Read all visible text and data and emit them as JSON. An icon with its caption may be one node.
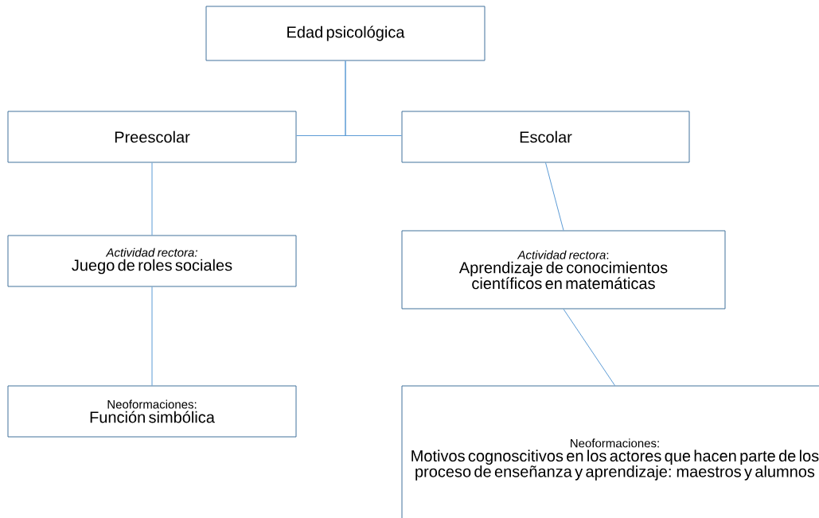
{
  "diagram": {
    "nodes": [
      {
        "text": [
          "Edad psicológica"
        ]
      },
      {
        "text": [
          "Preescolar"
        ]
      },
      {
        "text": [
          "Escolar"
        ]
      },
      {
        "text": [
          "*Actividad rectora:*",
          "Juego de roles sociales"
        ]
      },
      {
        "text": [
          "*Actividad rectora*:",
          "Aprendizaje de conocimientos científicos en matemáticas"
        ]
      },
      {
        "text": [
          "Neoformaciones:",
          "Función simbólica"
        ]
      },
      {
        "text": [
          "Neoformaciones:",
          "Motivos cognoscitivos en los actores que hacen parte de los proceso de enseñanza y aprendizaje: maestros y alumnos"
        ]
      }
    ],
    "edges": [
      {
        "from": 0,
        "to": 1,
        "arrow": "none"
      },
      {
        "from": 0,
        "to": 2,
        "arrow": "none"
      },
      {
        "from": 1,
        "to": 3,
        "arrow": "none"
      },
      {
        "from": 2,
        "to": 4,
        "arrow": "none"
      },
      {
        "from": 3,
        "to": 5,
        "arrow": "none"
      },
      {
        "from": 4,
        "to": 6,
        "arrow": "none"
      }
    ]
  }
}
